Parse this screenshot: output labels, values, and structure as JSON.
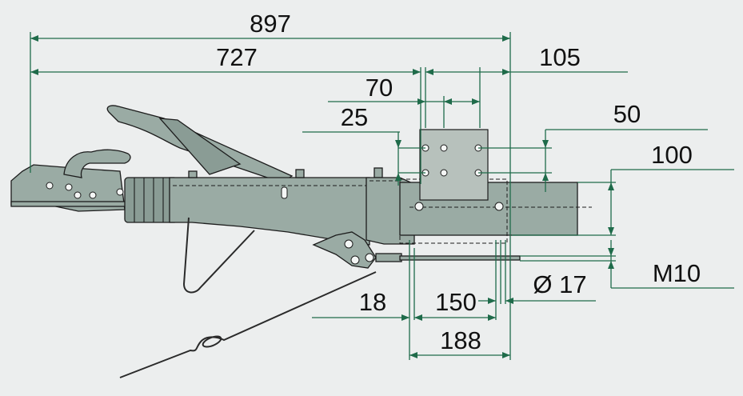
{
  "dimensions": {
    "overall_length": "897",
    "coupling_to_axle": "727",
    "flange_to_end": "105",
    "bolt_spacing_horizontal": "70",
    "flange_edge": "25",
    "bolt_spacing_vertical": "50",
    "tube_height": "100",
    "bolt_diameter": "Ø 17",
    "thread": "M10",
    "offset_bottom": "18",
    "span_150": "150",
    "span_188": "188"
  },
  "colors": {
    "dimension_line": "#1f6b4a",
    "body": "#9aaba4",
    "background": "#eceeee"
  }
}
